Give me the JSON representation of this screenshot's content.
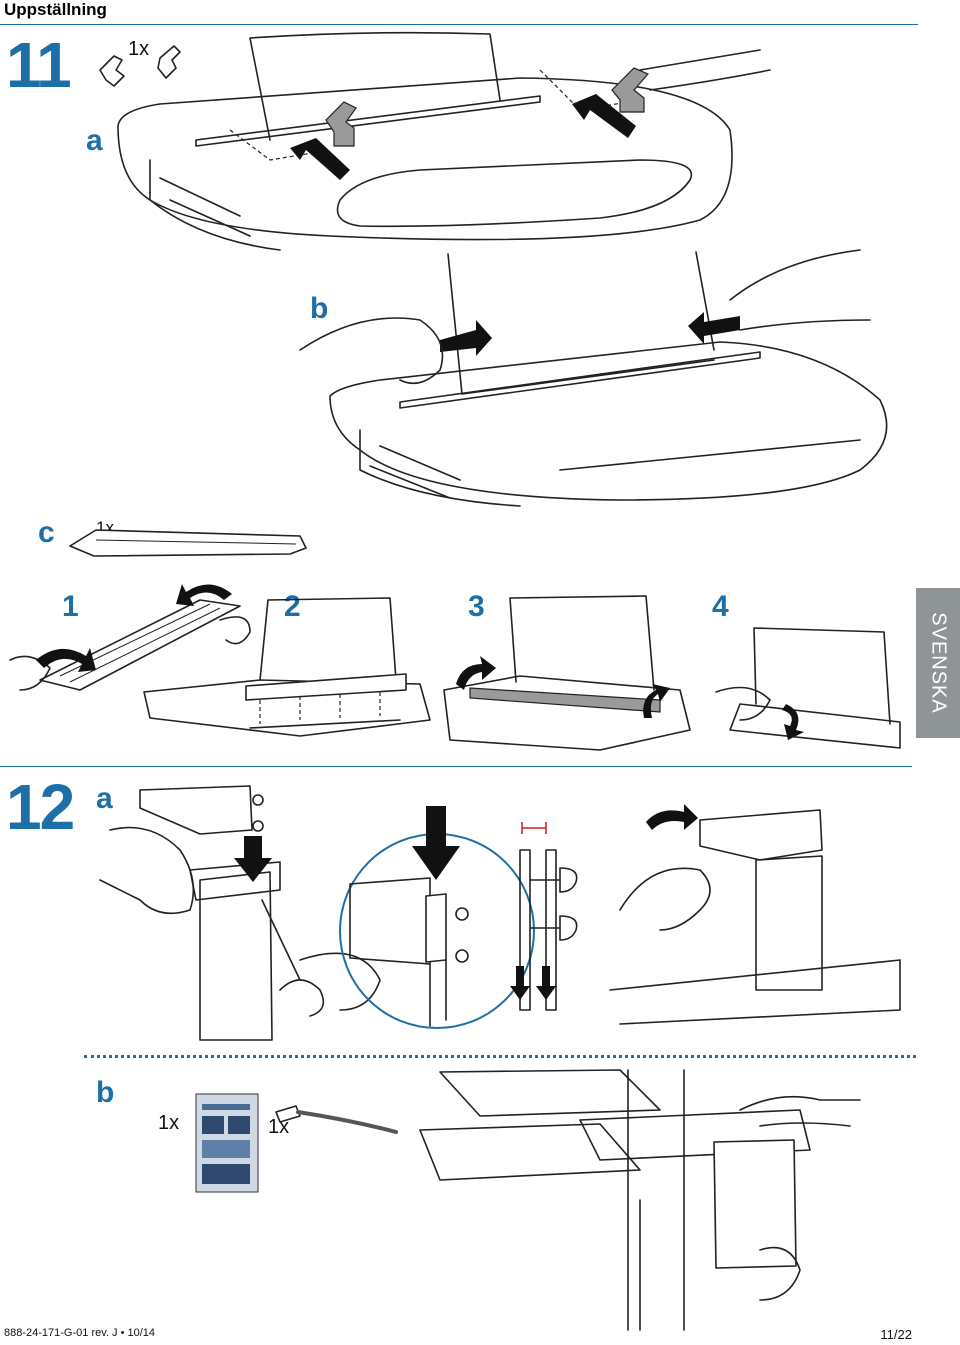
{
  "header": {
    "title": "Uppställning"
  },
  "step11": {
    "number": "11",
    "qty": "1x",
    "a_label": "a",
    "b_label": "b",
    "c_label": "c",
    "c_qty": "1x",
    "substeps": [
      "1",
      "2",
      "3",
      "4"
    ]
  },
  "step12": {
    "number": "12",
    "a_label": "a",
    "b_label": "b",
    "b_qty_manual": "1x",
    "b_qty_tie": "1x"
  },
  "side_tab": {
    "label": "SVENSKA"
  },
  "footer": {
    "doc_id": "888-24-171-G-01 rev. J • 10/14",
    "page": "11/22"
  },
  "colors": {
    "accent": "#1d6fa5",
    "tab": "#8f9497"
  }
}
